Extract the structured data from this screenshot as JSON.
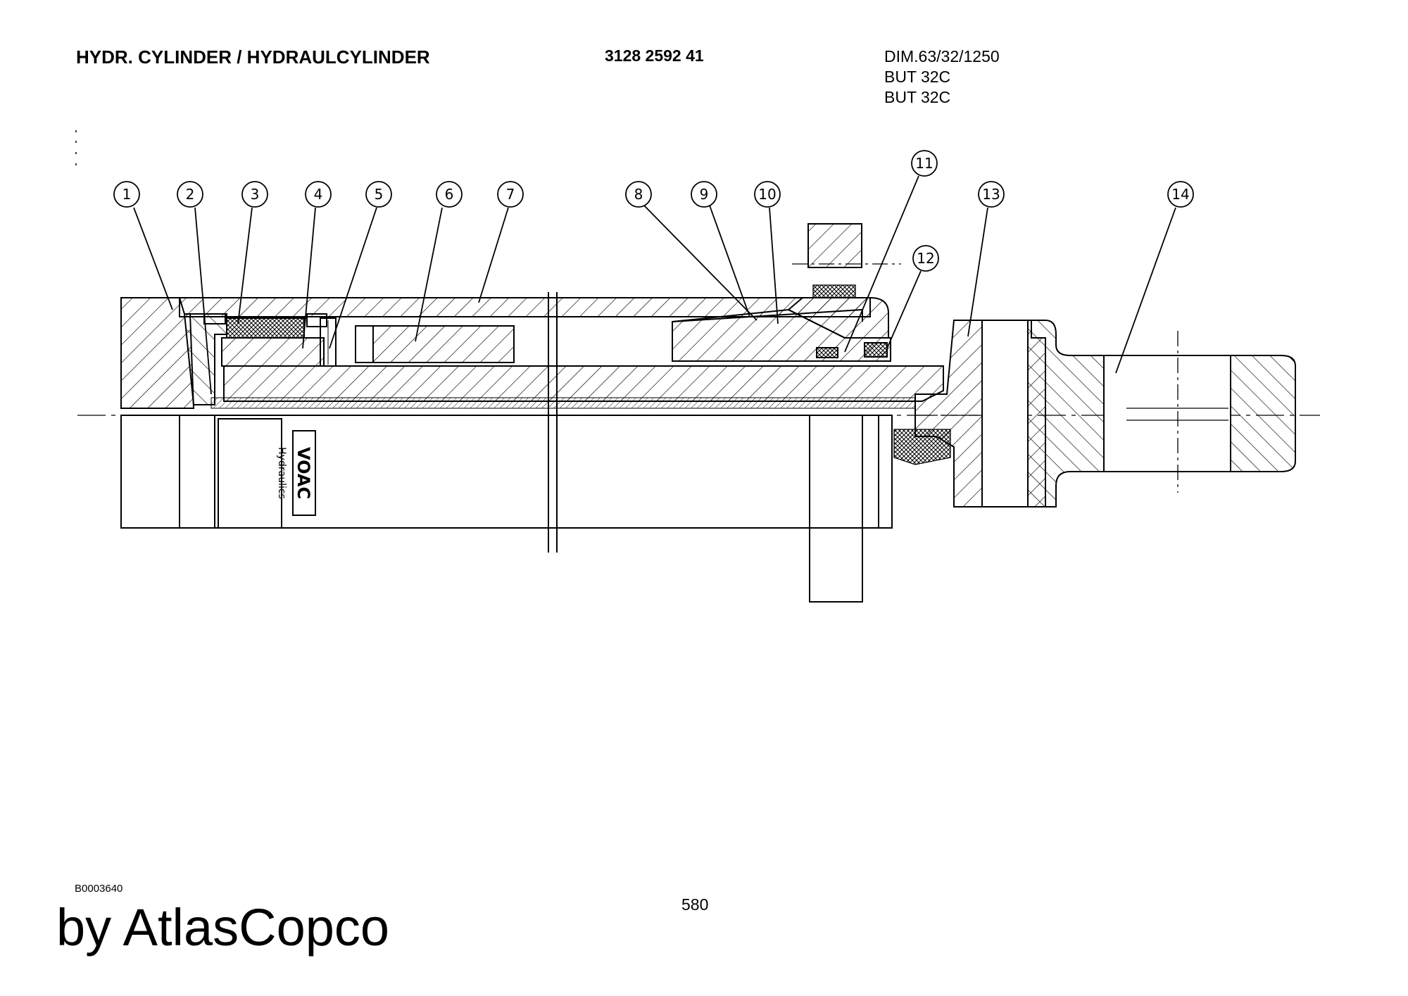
{
  "header": {
    "title": "HYDR. CYLINDER / HYDRAULCYLINDER",
    "part_number": "3128 2592 41",
    "dim_lines": [
      "DIM.63/32/1250",
      "BUT 32C",
      "BUT 32C"
    ]
  },
  "callouts": [
    "1",
    "2",
    "3",
    "4",
    "5",
    "6",
    "7",
    "8",
    "9",
    "10",
    "11",
    "12",
    "13",
    "14"
  ],
  "logo": {
    "line1": "VOAC",
    "line2": "Hydraulics"
  },
  "footer": {
    "drawing_code": "B0003640",
    "page_number": "580",
    "brand": "by AtlasCopco"
  },
  "colors": {
    "line": "#000000",
    "background": "#ffffff"
  }
}
